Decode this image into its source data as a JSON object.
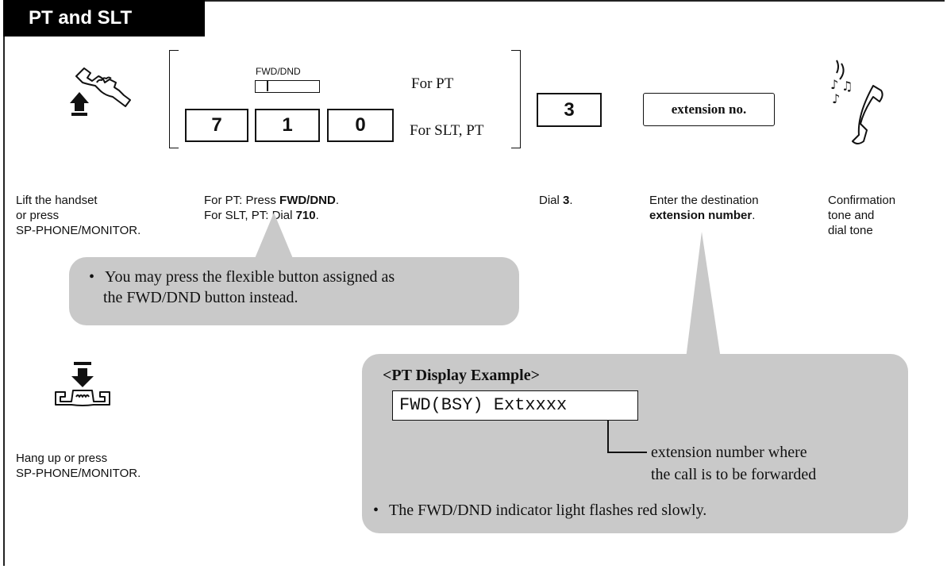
{
  "header": {
    "title": "PT and SLT"
  },
  "step1": {
    "caption_line1": "Lift the handset",
    "caption_line2": "or press",
    "caption_line3": "SP-PHONE/MONITOR."
  },
  "step2": {
    "fwd_dnd_label": "FWD/DND",
    "for_pt": "For PT",
    "for_slt_pt": "For SLT, PT",
    "keys": [
      "7",
      "1",
      "0"
    ],
    "caption_a": "For PT: Press ",
    "caption_a_bold": "FWD/DND",
    "caption_a_end": ".",
    "caption_b": "For SLT, PT: Dial ",
    "caption_b_bold": "710",
    "caption_b_end": "."
  },
  "step3": {
    "key": "3",
    "caption": "Dial ",
    "caption_bold": "3",
    "caption_end": "."
  },
  "step4": {
    "box": "extension no.",
    "caption_line1": "Enter the destination",
    "caption_bold": "extension number",
    "caption_end": "."
  },
  "step5": {
    "caption_line1": "Confirmation",
    "caption_line2": "tone and",
    "caption_line3": "dial tone"
  },
  "note1": {
    "bullet": "•",
    "line1": "You may press the flexible button assigned as",
    "line2": "the FWD/DND button instead."
  },
  "hangup": {
    "line1": "Hang up or press",
    "line2": "SP-PHONE/MONITOR."
  },
  "display": {
    "heading": "<PT Display Example>",
    "screen": "FWD(BSY) Extxxxx",
    "note_line1": "extension number where",
    "note_line2": "the call is to be forwarded",
    "bullet": "•",
    "indicator": "The FWD/DND indicator light flashes red slowly."
  }
}
